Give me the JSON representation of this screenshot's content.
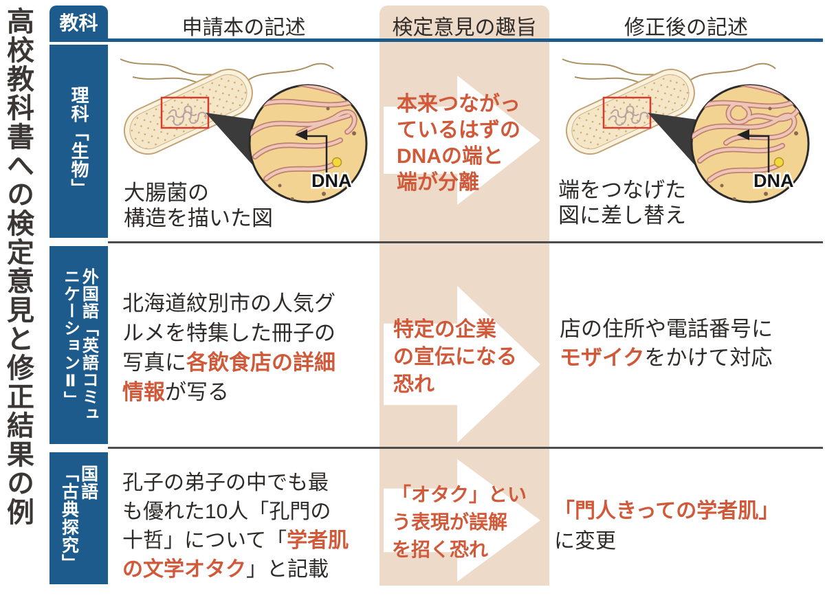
{
  "title": "高校教科書への検定意見と修正結果の例",
  "colors": {
    "header_blue": "#1d5b8c",
    "opinion_beige": "#eedac8",
    "accent_orange": "#d0593a",
    "separator_gray": "#4c4c4c",
    "highlight_red": "#d63b2c"
  },
  "header": {
    "subject": "教科",
    "col_before": "申請本の記述",
    "col_opinion": "検定意見の趣旨",
    "col_after": "修正後の記述"
  },
  "rows": {
    "biology": {
      "subject_lines": [
        "理科「生物」"
      ],
      "dna_label": "DNA",
      "before_caption_lines": [
        "大腸菌の",
        "構造を描いた図"
      ],
      "opinion_lines": [
        "本来つながっ",
        "ているはずの",
        "DNAの端と",
        "端が分離"
      ],
      "after_caption_lines": [
        "端をつなげた",
        "図に差し替え"
      ]
    },
    "english": {
      "subject_lines": [
        "外国語「英語コミュ",
        "ニケーションⅡ」"
      ],
      "before_rich": [
        [
          {
            "t": "北海道紋別市の人気グ"
          }
        ],
        [
          {
            "t": "ルメを特集した冊子の"
          }
        ],
        [
          {
            "t": "写真に"
          },
          {
            "t": "各飲食店の詳細",
            "a": true
          }
        ],
        [
          {
            "t": "情報",
            "a": true
          },
          {
            "t": "が写る"
          }
        ]
      ],
      "opinion_lines": [
        "特定の企業",
        "の宣伝になる",
        "恐れ"
      ],
      "after_rich": [
        [
          {
            "t": "店の住所や電話番号に"
          }
        ],
        [
          {
            "t": "モザイク",
            "a": true
          },
          {
            "t": "をかけて対応"
          }
        ]
      ]
    },
    "classics": {
      "subject_lines": [
        "国語",
        "「古典探究」"
      ],
      "before_rich": [
        [
          {
            "t": "孔子の弟子の中でも最"
          }
        ],
        [
          {
            "t": "も優れた10人「孔門の"
          }
        ],
        [
          {
            "t": "十哲」について「"
          },
          {
            "t": "学者肌",
            "a": true
          }
        ],
        [
          {
            "t": "の文学オタク",
            "a": true
          },
          {
            "t": "」と記載"
          }
        ]
      ],
      "opinion_lines": [
        "「オタク」とい",
        "う表現が誤解",
        "を招く恐れ"
      ],
      "after_rich": [
        [
          {
            "t": "「門人きっての学者肌」",
            "a": true
          }
        ],
        [
          {
            "t": "に変更"
          }
        ]
      ]
    }
  }
}
